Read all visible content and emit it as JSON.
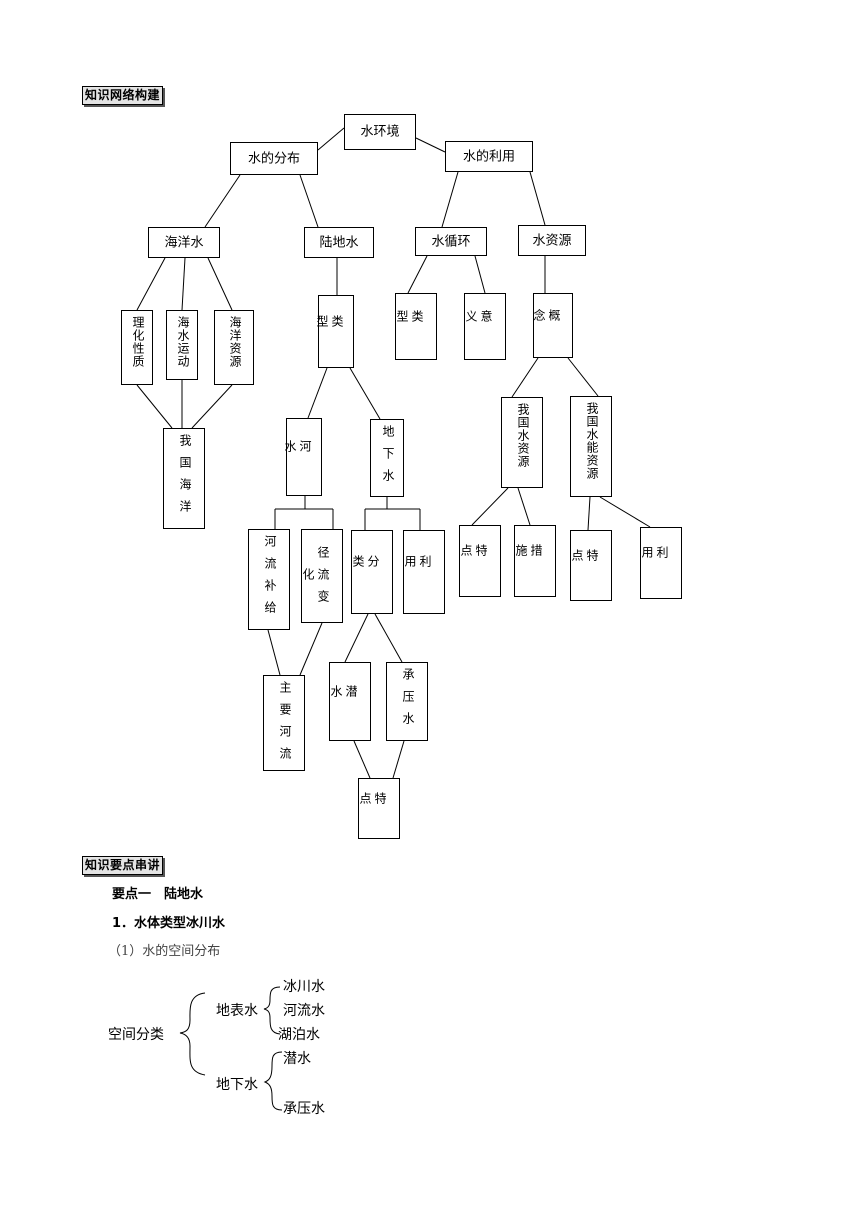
{
  "sections": {
    "network": "知识网络构建",
    "points": "知识要点串讲"
  },
  "tree": {
    "root": "水环境",
    "distribution": "水的分布",
    "use": "水的利用",
    "ocean": "海洋水",
    "land": "陆地水",
    "cycle": "水循环",
    "resource": "水资源",
    "ocean_props": "理化性质",
    "ocean_motion": "海水运动",
    "ocean_res": "海洋资源",
    "china_ocean": "我国海洋",
    "land_type": "类型",
    "river": "河水",
    "ground": "地下水",
    "river_supply": "河流补给",
    "runoff": "径流变化",
    "main_river": "主要河流",
    "classify": "分类",
    "ground_use": "利用",
    "phreatic": "潜水",
    "confined": "承压水",
    "gw_feature": "特点",
    "cycle_type": "类型",
    "cycle_meaning": "意义",
    "concept": "概念",
    "cn_water": "我国水资源",
    "cn_hydro": "我国水能资源",
    "wr_feature": "特点",
    "wr_measure": "措施",
    "hy_feature": "特点",
    "hy_use": "利用"
  },
  "content": {
    "point1": "要点一　陆地水",
    "item1": "1．水体类型冰川水",
    "sub1": "（1）水的空间分布",
    "spatial": "空间分类",
    "surface": "地表水",
    "underground": "地下水",
    "glacier": "冰川水",
    "riverw": "河流水",
    "lake": "湖泊水",
    "phreatic": "潜水",
    "confined": "承压水"
  }
}
